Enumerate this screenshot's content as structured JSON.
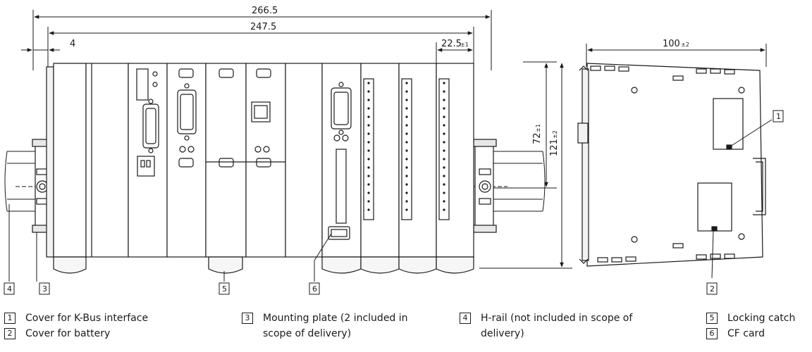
{
  "dimensions": {
    "overall_width": "266.5",
    "module_width": "247.5",
    "plate_offset": "4",
    "io_module_width": "22.5",
    "io_module_width_tol": "±1",
    "side_depth": "100",
    "side_depth_tol": "±2",
    "height_72": "72",
    "height_72_tol": "±1",
    "height_121": "121",
    "height_121_tol": "±2"
  },
  "callouts": [
    "1",
    "2",
    "3",
    "4",
    "5",
    "6"
  ],
  "legend": [
    {
      "num": "1",
      "text": "Cover for K-Bus interface"
    },
    {
      "num": "2",
      "text": "Cover for battery"
    },
    {
      "num": "3",
      "text": "Mounting plate (2 included in"
    },
    {
      "num": "",
      "text": "scope of delivery)"
    },
    {
      "num": "4",
      "text": "H-rail (not included in scope of"
    },
    {
      "num": "",
      "text": "delivery)"
    },
    {
      "num": "5",
      "text": "Locking catch"
    },
    {
      "num": "6",
      "text": "CF card"
    }
  ]
}
